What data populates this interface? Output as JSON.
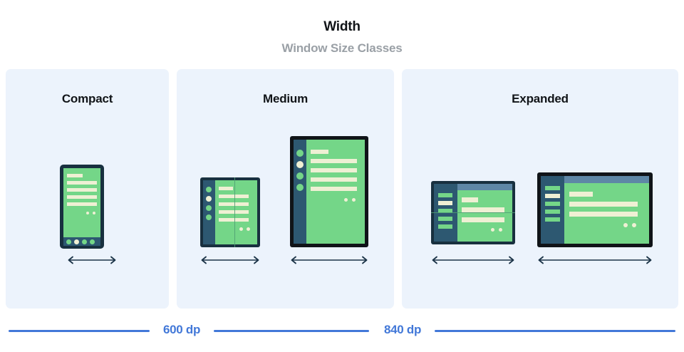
{
  "header": {
    "title": "Width",
    "subtitle": "Window Size Classes"
  },
  "panels": [
    {
      "key": "compact",
      "label": "Compact",
      "devices": [
        "phone-portrait"
      ],
      "arrows": 1
    },
    {
      "key": "medium",
      "label": "Medium",
      "devices": [
        "foldable-portrait",
        "tablet-portrait"
      ],
      "arrows": 2
    },
    {
      "key": "expanded",
      "label": "Expanded",
      "devices": [
        "foldable-landscape",
        "tablet-landscape"
      ],
      "arrows": 2
    }
  ],
  "scale": {
    "breakpoints": [
      {
        "label": "600 dp"
      },
      {
        "label": "840 dp"
      }
    ]
  },
  "colors": {
    "panel_background": "#ecf3fc",
    "page_background": "#ffffff",
    "title_text": "#111418",
    "subtitle_text": "#9aa0a6",
    "accent_blue": "#4278d8",
    "device_frame_navy": "#18303f",
    "device_frame_black": "#101418",
    "device_rail_slate": "#2d5871",
    "device_topbar_blue": "#5e87a6",
    "screen_green": "#74d688",
    "content_cream": "#eff0d4",
    "arrow_navy": "#1b3347"
  }
}
